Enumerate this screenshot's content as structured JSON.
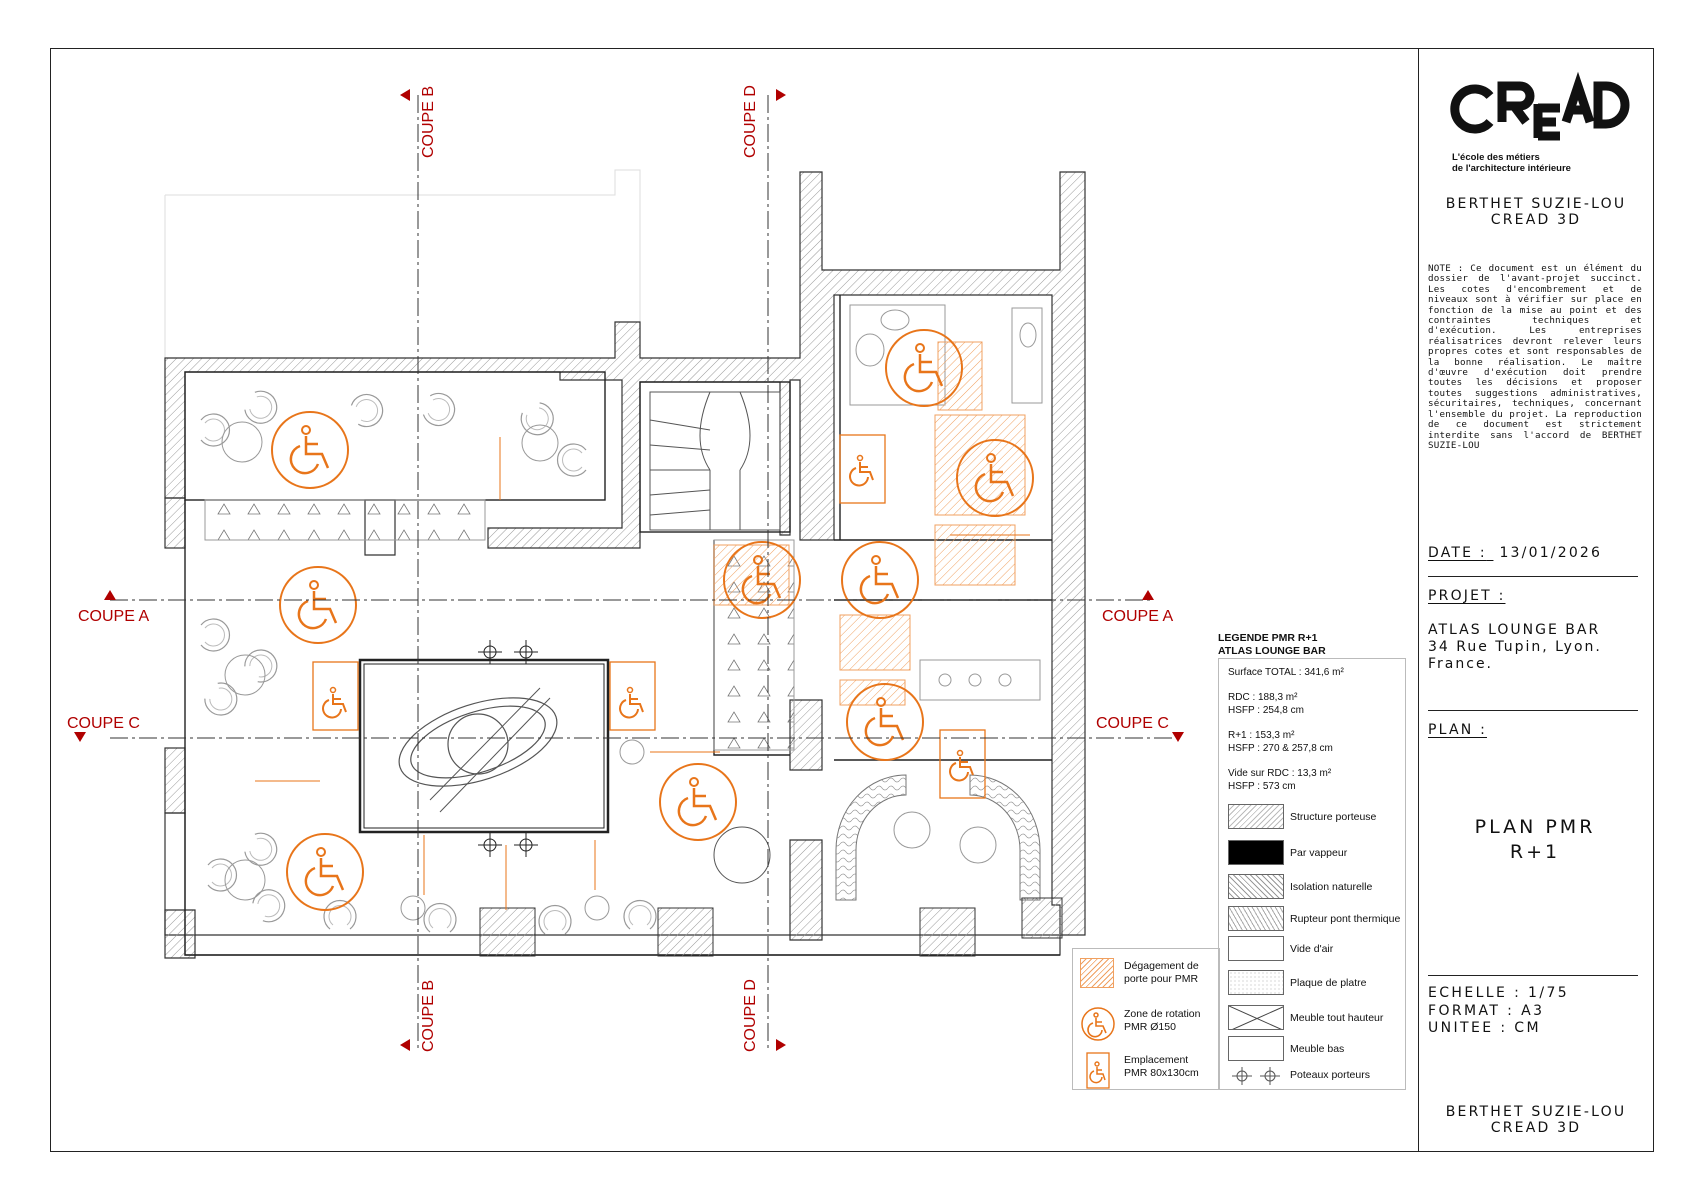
{
  "cuts": {
    "a": "COUPE A",
    "b": "COUPE B",
    "c": "COUPE C",
    "d": "COUPE D"
  },
  "cartouche": {
    "logo_text": "CREAD",
    "tagline_1": "L'école des métiers",
    "tagline_2": "de l'architecture intérieure",
    "author_1": "BERTHET SUZIE-LOU",
    "author_2": "CREAD 3D",
    "note": "NOTE : Ce document est un élément du dossier de l'avant-projet succinct. Les cotes d'encombrement et de niveaux sont à vérifier sur place en fonction de la mise au point et des contraintes techniques et d'exécution. Les entreprises réalisatrices devront relever leurs propres cotes et sont responsables de la bonne réalisation. Le maître d'œuvre d'exécution doit prendre toutes les décisions et proposer toutes suggestions administratives, sécuritaires, techniques, concernant l'ensemble du projet. La reproduction de ce document est strictement interdite sans l'accord de BERTHET SUZIE-LOU",
    "date_label": "DATE :",
    "date_value": "13/01/2026",
    "projet_label": "PROJET :",
    "projet_lines": [
      "ATLAS LOUNGE BAR",
      "34 Rue Tupin, Lyon.",
      "France."
    ],
    "plan_label": "PLAN :",
    "plan_title_1": "PLAN PMR",
    "plan_title_2": "R+1",
    "echelle": "ECHELLE : 1/75",
    "format": "FORMAT : A3",
    "unitee": "UNITEE : CM",
    "author_bottom_1": "BERTHET SUZIE-LOU",
    "author_bottom_2": "CREAD 3D"
  },
  "legend": {
    "title_1": "LEGENDE PMR R+1",
    "title_2": "ATLAS LOUNGE BAR",
    "surface_total": "Surface TOTAL : 341,6 m²",
    "rdc_1": "RDC : 188,3 m²",
    "rdc_2": "HSFP : 254,8 cm",
    "r1_1": "R+1 : 153,3 m²",
    "r1_2": "HSFP : 270 & 257,8 cm",
    "vide_1": "Vide sur RDC : 13,3 m²",
    "vide_2": "HSFP : 573 cm",
    "items": [
      {
        "label": "Structure porteuse"
      },
      {
        "label": "Par vappeur"
      },
      {
        "label": "Isolation naturelle"
      },
      {
        "label": "Rupteur pont thermique"
      },
      {
        "label": "Vide d'air"
      },
      {
        "label": "Plaque de platre"
      },
      {
        "label": "Meuble tout hauteur"
      },
      {
        "label": "Meuble bas"
      },
      {
        "label": "Poteaux porteurs"
      }
    ]
  },
  "pmr_legend": [
    {
      "line_1": "Dégagement de",
      "line_2": "porte pour PMR"
    },
    {
      "line_1": "Zone de rotation",
      "line_2": "PMR Ø150"
    },
    {
      "line_1": "Emplacement",
      "line_2": "PMR 80x130cm"
    }
  ],
  "colors": {
    "pmr_orange": "#e8751a",
    "cut_red": "#b00000",
    "wall_hatch": "#888888"
  }
}
